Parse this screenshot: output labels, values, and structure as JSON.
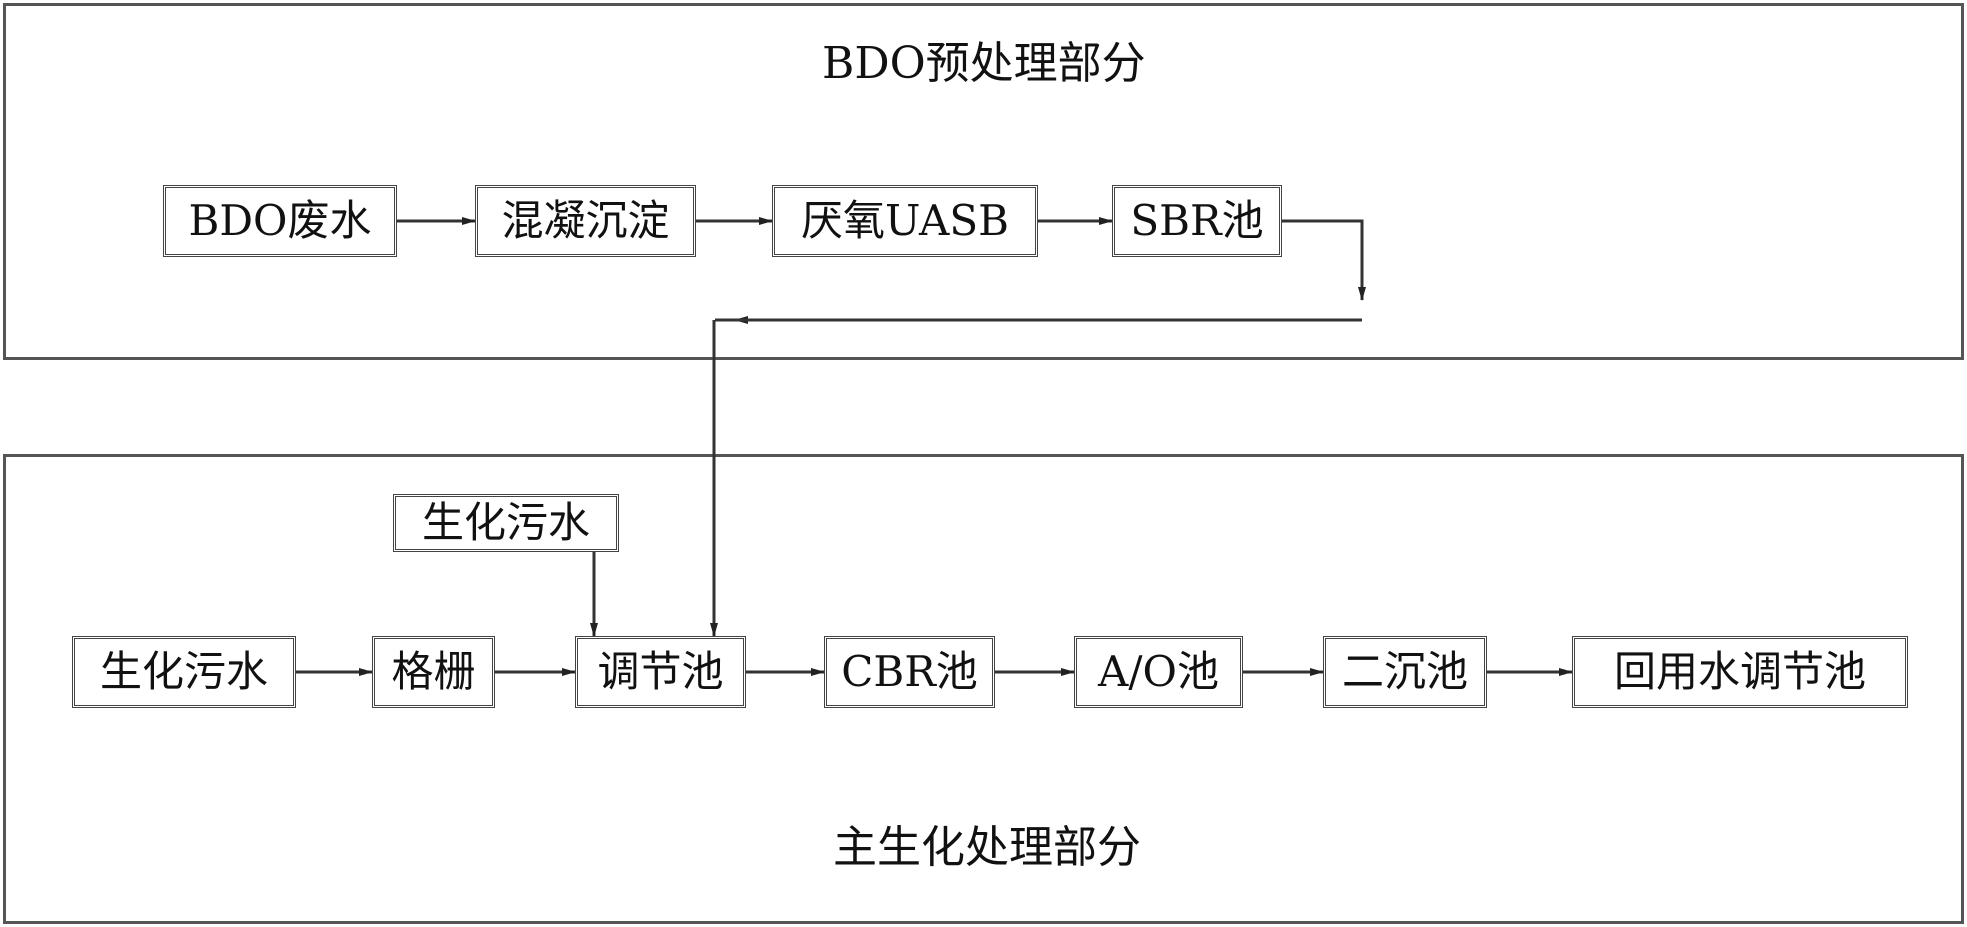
{
  "sections": {
    "pretreatment": {
      "title": "BDO预处理部分"
    },
    "main": {
      "title": "主生化处理部分"
    }
  },
  "nodes": {
    "bdo_wastewater": "BDO废水",
    "coagulation_sedimentation": "混凝沉淀",
    "anaerobic_uasb": "厌氧UASB",
    "sbr_tank": "SBR池",
    "biochem_sewage_inflow": "生化污水",
    "biochem_sewage_top": "生化污水",
    "grille": "格栅",
    "regulating_tank": "调节池",
    "cbr_tank": "CBR池",
    "ao_tank": "A/O池",
    "secondary_settling_tank": "二沉池",
    "reuse_water_regulating_tank": "回用水调节池"
  }
}
